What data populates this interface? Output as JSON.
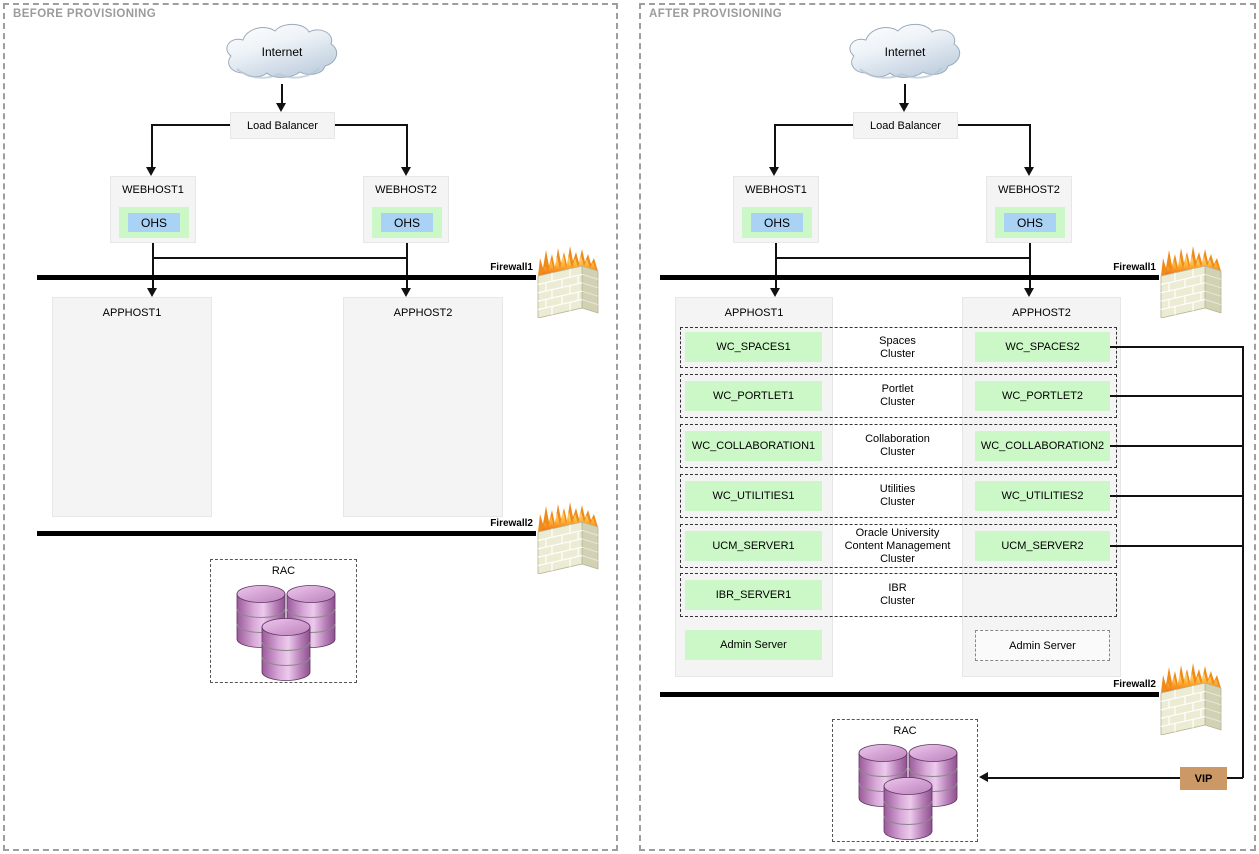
{
  "diagram": {
    "colors": {
      "server_green": "#ccf8c8",
      "ohs_blue": "#a9d2f4",
      "host_gray": "#f4f4f4",
      "vip_tan": "#cc9966",
      "db_purple": "#b97cb9",
      "flame_orange": "#ff9a2a"
    },
    "before": {
      "title": "BEFORE PROVISIONING",
      "internet": "Internet",
      "load_balancer": "Load Balancer",
      "webhost1": "WEBHOST1",
      "webhost2": "WEBHOST2",
      "ohs": "OHS",
      "firewall1": "Firewall1",
      "firewall2": "Firewall2",
      "apphost1": "APPHOST1",
      "apphost2": "APPHOST2",
      "rac": "RAC"
    },
    "after": {
      "title": "AFTER PROVISIONING",
      "internet": "Internet",
      "load_balancer": "Load Balancer",
      "webhost1": "WEBHOST1",
      "webhost2": "WEBHOST2",
      "ohs": "OHS",
      "firewall1": "Firewall1",
      "firewall2": "Firewall2",
      "apphost1": "APPHOST1",
      "apphost2": "APPHOST2",
      "clusters": [
        {
          "left": "WC_SPACES1",
          "name": [
            "Spaces",
            "Cluster"
          ],
          "right": "WC_SPACES2"
        },
        {
          "left": "WC_PORTLET1",
          "name": [
            "Portlet",
            "Cluster"
          ],
          "right": "WC_PORTLET2"
        },
        {
          "left": "WC_COLLABORATION1",
          "name": [
            "Collaboration",
            "Cluster"
          ],
          "right": "WC_COLLABORATION2"
        },
        {
          "left": "WC_UTILITIES1",
          "name": [
            "Utilities",
            "Cluster"
          ],
          "right": "WC_UTILITIES2"
        },
        {
          "left": "UCM_SERVER1",
          "name": [
            "Oracle University",
            "Content Management",
            "Cluster"
          ],
          "right": "UCM_SERVER2"
        },
        {
          "left": "IBR_SERVER1",
          "name": [
            "IBR",
            "Cluster"
          ],
          "right": null
        }
      ],
      "admin_server_left": "Admin Server",
      "admin_server_right": "Admin Server",
      "rac": "RAC",
      "vip": "VIP"
    }
  }
}
